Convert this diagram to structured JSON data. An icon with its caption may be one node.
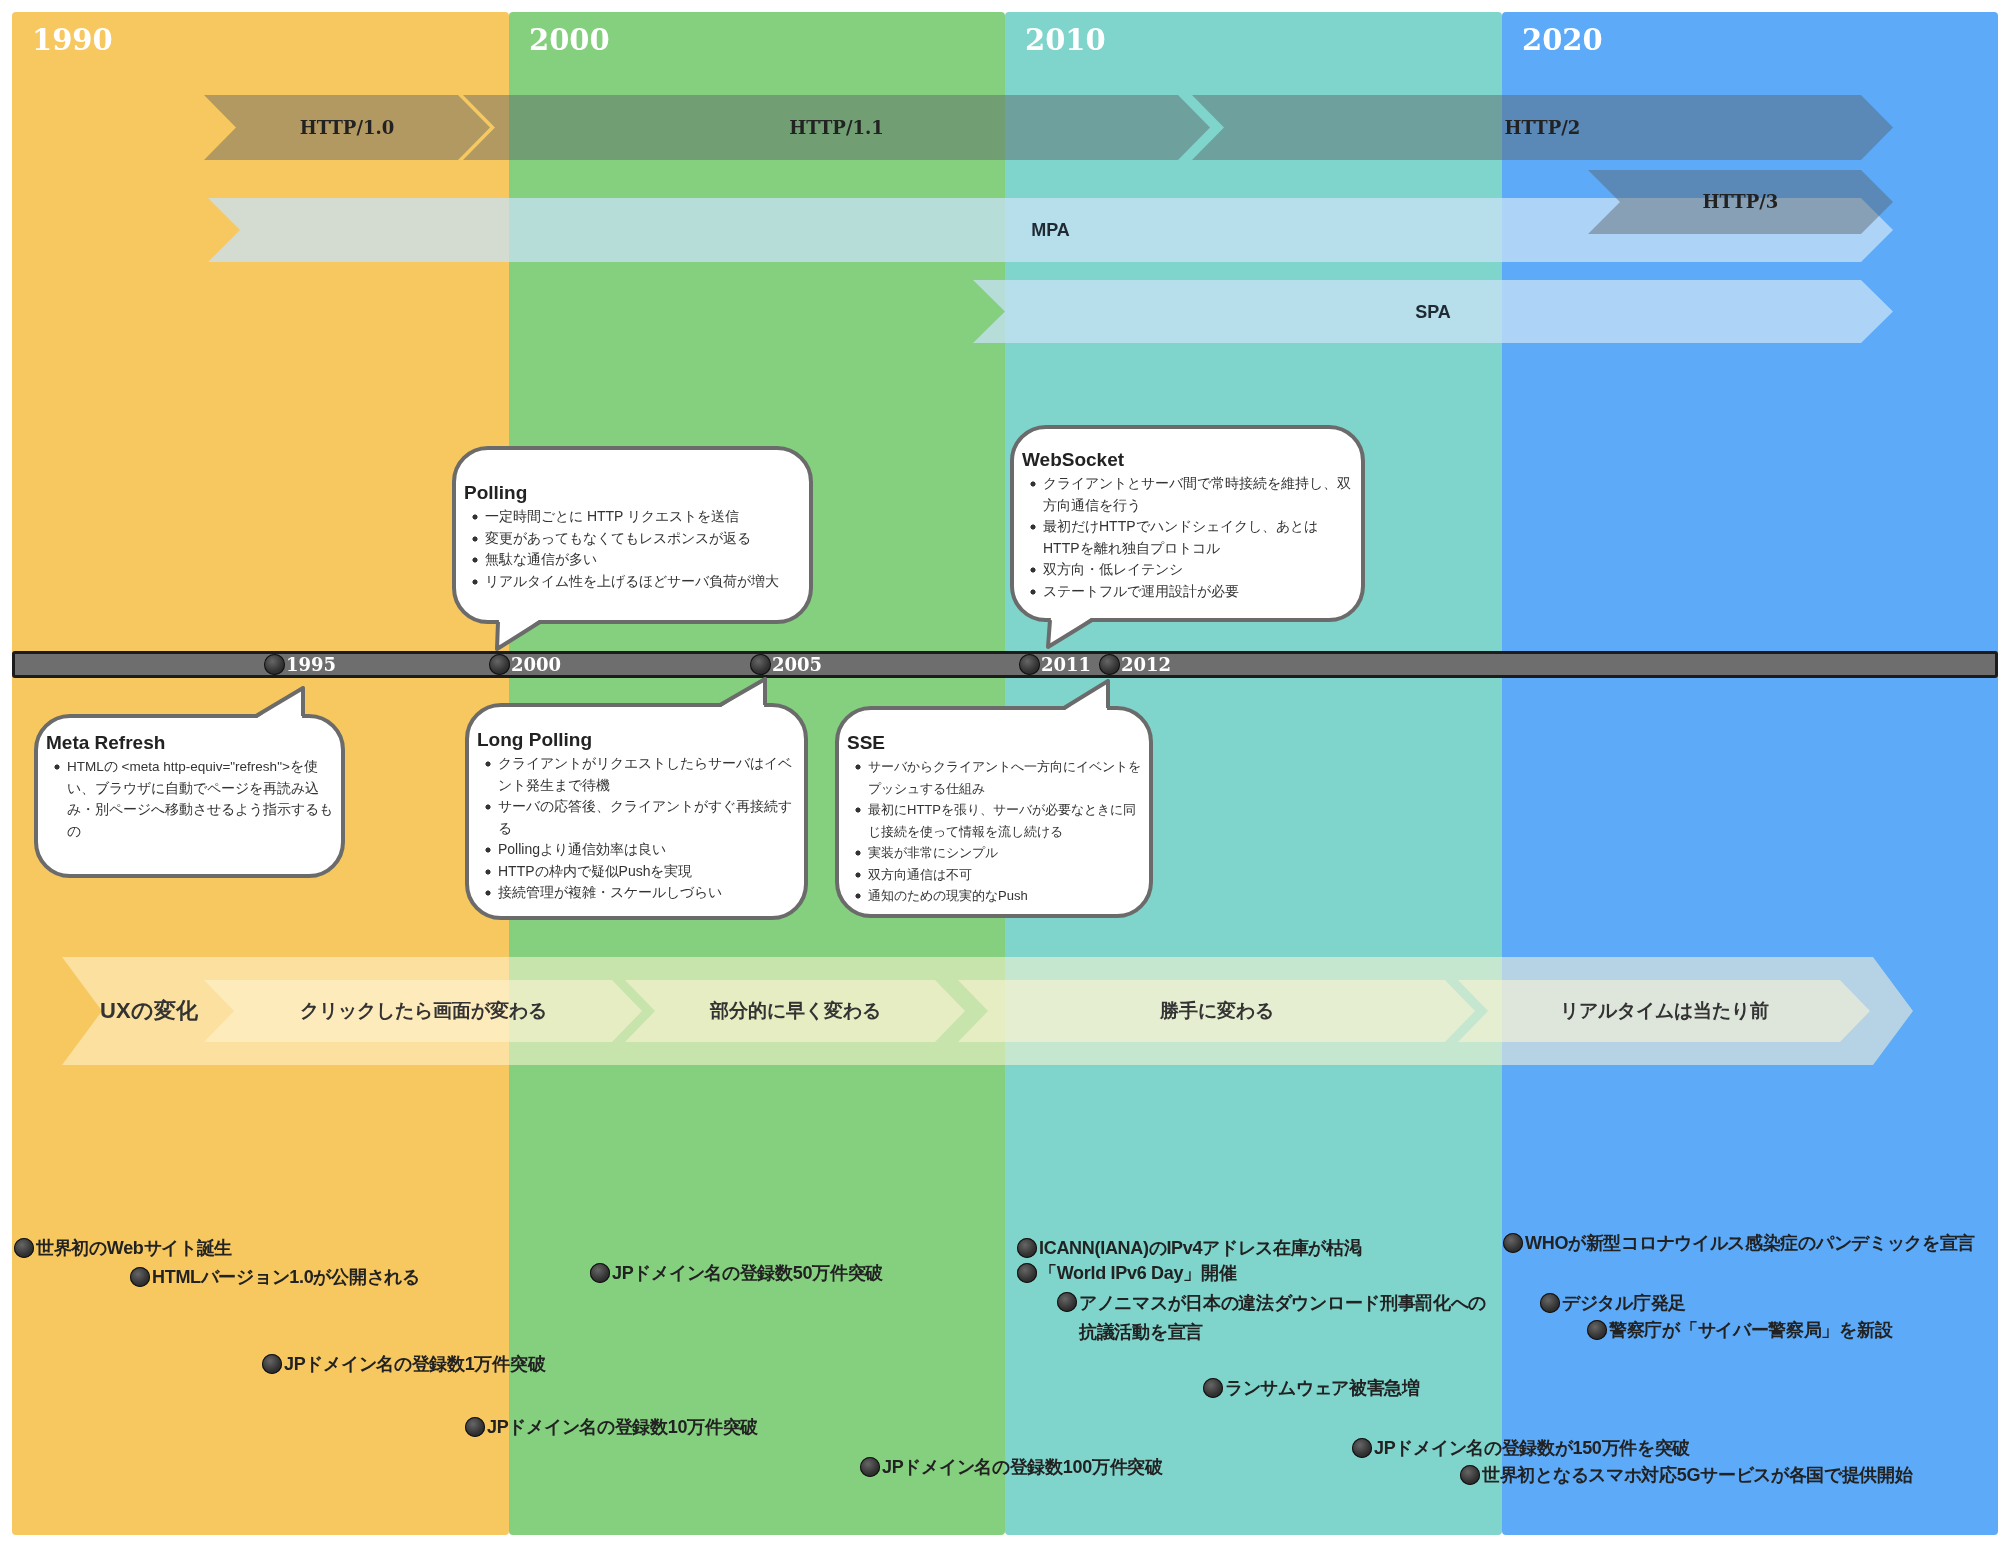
{
  "diagram": {
    "nodes": [
      {
        "text": [
          "1990"
        ]
      },
      {
        "text": [
          "2000"
        ]
      },
      {
        "text": [
          "2010"
        ]
      },
      {
        "text": [
          "2020"
        ]
      },
      {
        "text": [
          "HTTP/1.0"
        ],
        "in": 0
      },
      {
        "text": [
          "HTTP/1.1"
        ]
      },
      {
        "text": [
          "HTTP/2"
        ]
      },
      {
        "text": [
          "HTTP/3"
        ],
        "in": 3
      },
      {
        "text": [
          "MPA"
        ]
      },
      {
        "text": [
          "SPA"
        ]
      },
      {
        "text": [
          "Polling",
          "一定時間ごとに HTTP リクエストを送信",
          "変更があってもなくてもレスポンスが返る",
          "無駄な通信が多い",
          "リアルタイム性を上げるほどサーバ負荷が増大"
        ]
      },
      {
        "text": [
          "WebSocket",
          "クライアントとサーバ間で常時接続を維持し、双方向通信を行う",
          "最初だけHTTPでハンドシェイクし、あとはHTTPを離れ独自プロトコル",
          "双方向・低レイテンシ",
          "ステートフルで運用設計が必要"
        ],
        "in": 2
      },
      {
        "text": [
          "1995",
          "2000",
          "2005",
          "2011",
          "2012"
        ]
      },
      {
        "text": [
          "Meta Refresh",
          "HTMLの <meta http-equiv=\"refresh\">を使い、ブラウザに自動でページを再読み込み・別ページへ移動させるよう指示するもの"
        ],
        "in": 0
      },
      {
        "text": [
          "Long Polling",
          "クライアントがリクエストしたらサーバはイベント発生まで待機",
          "サーバの応答後、クライアントがすぐ再接続する",
          "Pollingより通信効率は良い",
          "HTTPの枠内で疑似Pushを実現",
          "接続管理が複雑・スケールしづらい"
        ]
      },
      {
        "text": [
          "SSE",
          "サーバからクライアントへ一方向にイベントをプッシュする仕組み",
          "最初にHTTPを張り、サーバが必要なときに同じ接続を使って情報を流し続ける",
          "実装が非常にシンプル",
          "双方向通信は不可",
          "通知のための現実的なPush"
        ]
      },
      {
        "text": [
          "UXの変化"
        ]
      },
      {
        "text": [
          "クリックしたら画面が変わる"
        ],
        "in": 16
      },
      {
        "text": [
          "部分的に早く変わる"
        ]
      },
      {
        "text": [
          "勝手に変わる"
        ],
        "in": 16
      },
      {
        "text": [
          "リアルタイムは当たり前"
        ],
        "in": 16
      }
    ],
    "labels": [
      "世界初のWebサイト誕生",
      "HTMLバージョン1.0が公開される",
      "JPドメイン名の登録数1万件突破",
      "JPドメイン名の登録数10万件突破",
      "JPドメイン名の登録数50万件突破",
      "JPドメイン名の登録数100万件突破",
      "ICANN(IANA)のIPv4アドレス在庫が枯渇",
      "「World IPv6 Day」開催",
      "アノニマスが日本の違法ダウンロード刑事罰化への抗議活動を宣言",
      "ランサムウェア被害急増",
      "JPドメイン名の登録数が150万件を突破",
      "世界初となるスマホ対応5Gサービスが各国で提供開始",
      "WHOが新型コロナウイルス感染症のパンデミックを宣言",
      "デジタル庁発足",
      "警察庁が「サイバー警察局」を新設"
    ]
  }
}
